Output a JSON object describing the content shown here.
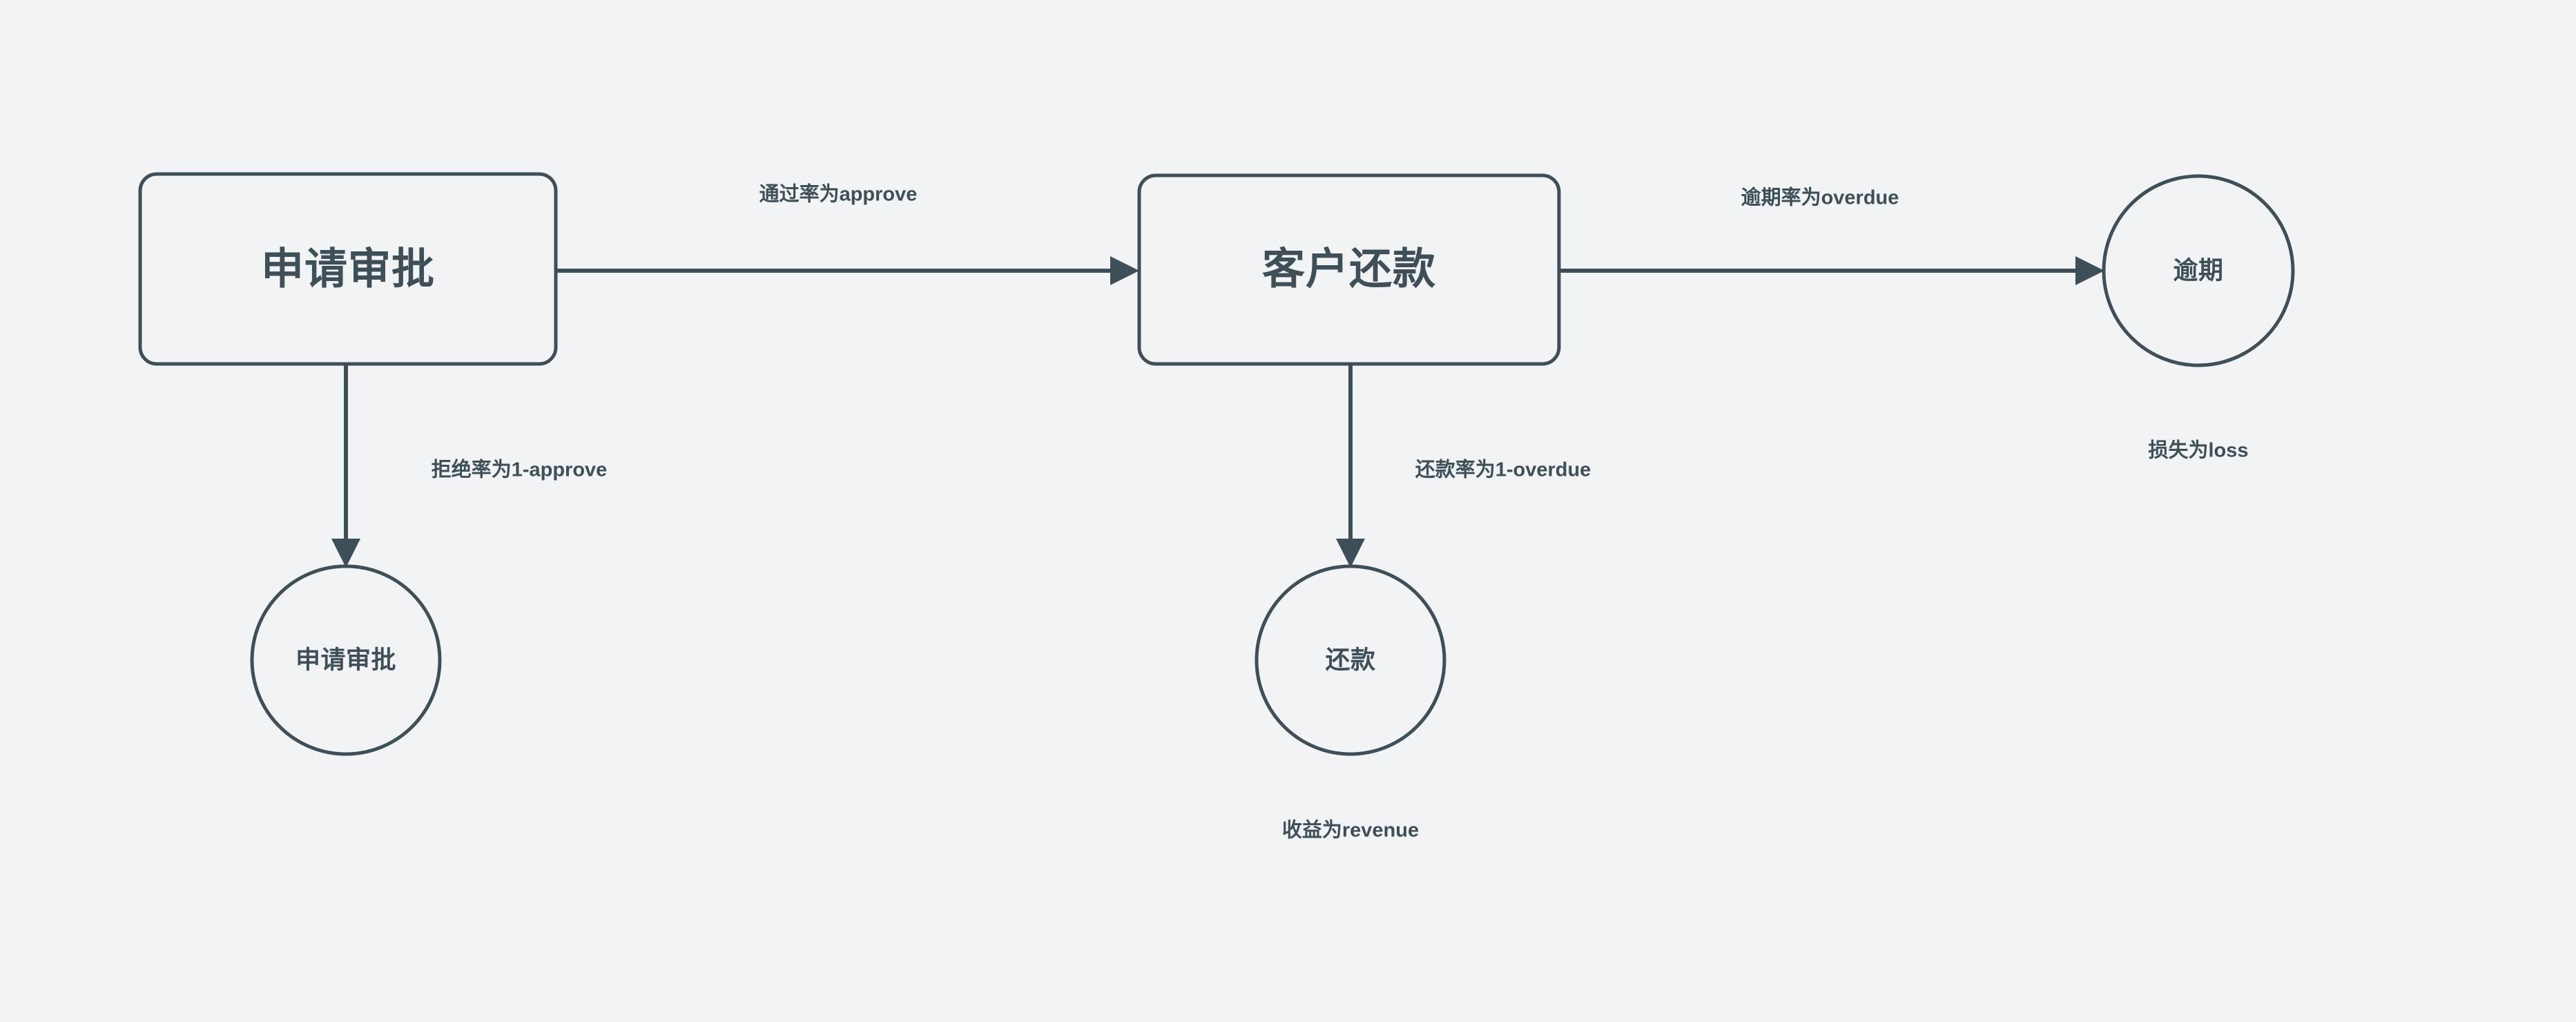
{
  "canvas": {
    "background_color": "#f1f3f5",
    "stroke_color": "#3f4f58",
    "text_color": "#3f4f58"
  },
  "nodes": {
    "apply_review_box": {
      "label": "申请审批"
    },
    "customer_repay_box": {
      "label": "客户还款"
    },
    "apply_review_circle": {
      "label": "申请审批"
    },
    "repay_circle": {
      "label": "还款"
    },
    "overdue_circle": {
      "label": "逾期"
    }
  },
  "edges": {
    "approve": {
      "label": "通过率为approve"
    },
    "reject": {
      "label": "拒绝率为1-approve"
    },
    "overdue": {
      "label": "逾期率为overdue"
    },
    "repay": {
      "label": "还款率为1-overdue"
    }
  },
  "captions": {
    "loss": {
      "label": "损失为loss"
    },
    "revenue": {
      "label": "收益为revenue"
    }
  }
}
